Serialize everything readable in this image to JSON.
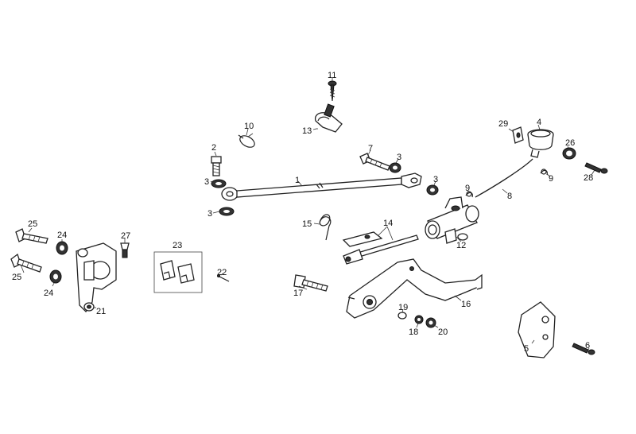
{
  "diagram": {
    "callouts": {
      "c1": "1",
      "c2": "2",
      "c3a": "3",
      "c3b": "3",
      "c3c": "3",
      "c3d": "3",
      "c4": "4",
      "c5": "5",
      "c6": "6",
      "c7": "7",
      "c8": "8",
      "c9a": "9",
      "c9b": "9",
      "c10": "10",
      "c11": "11",
      "c12": "12",
      "c13": "13",
      "c14": "14",
      "c15": "15",
      "c16": "16",
      "c17": "17",
      "c18": "18",
      "c19": "19",
      "c20": "20",
      "c21": "21",
      "c22": "22",
      "c23": "23",
      "c24a": "24",
      "c24b": "24",
      "c25a": "25",
      "c25b": "25",
      "c26": "26",
      "c27": "27",
      "c28": "28",
      "c29": "29"
    }
  }
}
